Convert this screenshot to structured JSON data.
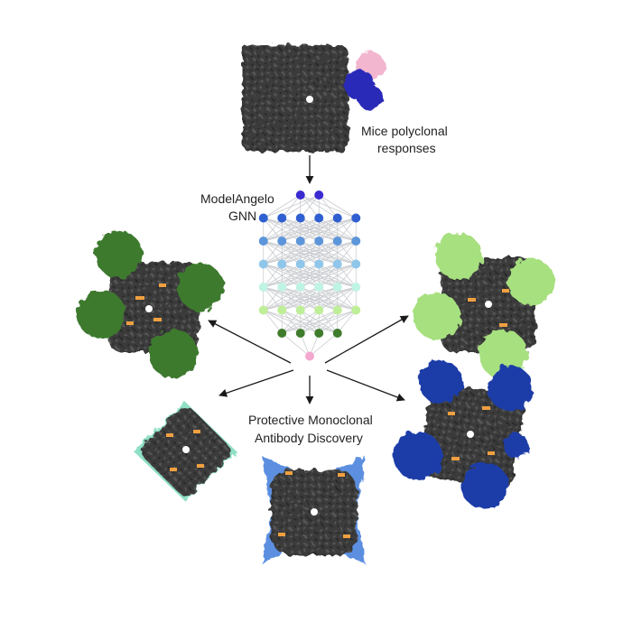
{
  "labels": {
    "polyclonal_line1": "Mice polyclonal",
    "polyclonal_line2": "responses",
    "model_line1": "ModelAngelo",
    "model_line2": "GNN",
    "discovery_line1": "Protective Monoclonal",
    "discovery_line2": "Antibody Discovery"
  },
  "network": {
    "layers": [
      {
        "count": 2,
        "color": "#3a2bd0"
      },
      {
        "count": 6,
        "color": "#2f5fd1"
      },
      {
        "count": 6,
        "color": "#5c95da"
      },
      {
        "count": 6,
        "color": "#8fc6ea"
      },
      {
        "count": 6,
        "color": "#bff3e4"
      },
      {
        "count": 6,
        "color": "#bfee98"
      },
      {
        "count": 4,
        "color": "#3f7c2c"
      },
      {
        "count": 1,
        "color": "#f3a8cf"
      }
    ],
    "edge_color": "#c9cbcf"
  },
  "structures": [
    {
      "name": "antigen-polyclonal-map",
      "core": "#3a3a3a",
      "arm": "#f2b6cf",
      "arm2": "#2c2cb8"
    },
    {
      "name": "complex-dark-green",
      "core": "#3a3a3a",
      "arm": "#3d7a2e",
      "accent": "#f0a040"
    },
    {
      "name": "complex-light-green",
      "core": "#3a3a3a",
      "arm": "#a7e07f",
      "accent": "#f0a040"
    },
    {
      "name": "complex-mint",
      "core": "#3a3a3a",
      "arm": "#8fe0c6",
      "accent": "#f0a040"
    },
    {
      "name": "complex-sky-blue",
      "core": "#3a3a3a",
      "arm": "#5c8fe0",
      "accent": "#f0a040"
    },
    {
      "name": "complex-navy",
      "core": "#3a3a3a",
      "arm": "#1f3ea8",
      "accent": "#f0a040"
    }
  ]
}
